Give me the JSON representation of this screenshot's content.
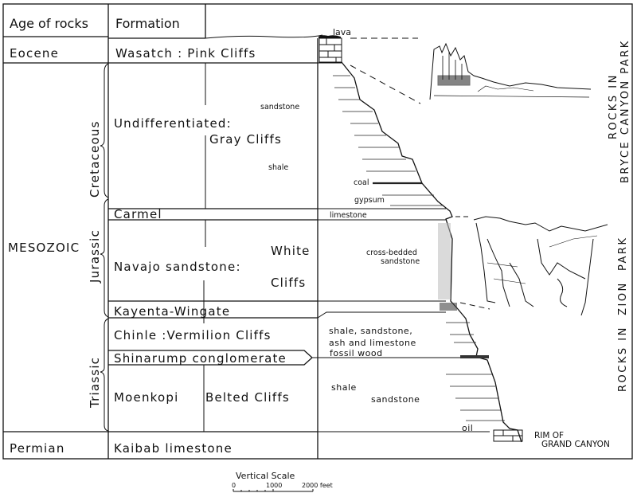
{
  "header": {
    "age_of_rocks": "Age of rocks",
    "formation": "Formation"
  },
  "eras": {
    "eocene": "Eocene",
    "mesozoic": "MESOZOIC",
    "permian": "Permian"
  },
  "periods": {
    "cretaceous": "Cretaceous",
    "jurassic": "Jurassic",
    "triassic": "Triassic"
  },
  "formations": {
    "wasatch": "Wasatch : Pink Cliffs",
    "undifferentiated": "Undifferentiated:",
    "gray_cliffs": "Gray Cliffs",
    "carmel": "Carmel",
    "navajo": "Navajo sandstone:",
    "white": "White",
    "cliffs": "Cliffs",
    "kayenta": "Kayenta-Wingate",
    "chinle": "Chinle :Vermilion Cliffs",
    "shinarump": "Shinarump conglomerate",
    "moenkopi": "Moenkopi",
    "belted_cliffs": "Belted Cliffs",
    "kaibab": "Kaibab limestone"
  },
  "lithology": {
    "lava": "lava",
    "sandstone_upper": "sandstone",
    "shale_upper": "shale",
    "coal": "coal",
    "gypsum": "gypsum",
    "limestone": "limestone",
    "cross_bedded_1": "cross-bedded",
    "cross_bedded_2": "sandstone",
    "chinle_1": "shale, sandstone,",
    "chinle_2": "ash and limestone",
    "fossil_wood": "fossil wood",
    "shale_lower": "shale",
    "sandstone_lower": "sandstone",
    "oil": "oil"
  },
  "annotations": {
    "rim_1": "RIM OF",
    "rim_2": "GRAND CANYON",
    "bryce_1": "ROCKS IN",
    "bryce_2": "BRYCE CANYON PARK",
    "zion": "ROCKS IN  ZION  PARK"
  },
  "scale": {
    "title": "Vertical Scale",
    "tick_0": "0",
    "tick_1": "1000",
    "tick_2": "2000 feet"
  }
}
